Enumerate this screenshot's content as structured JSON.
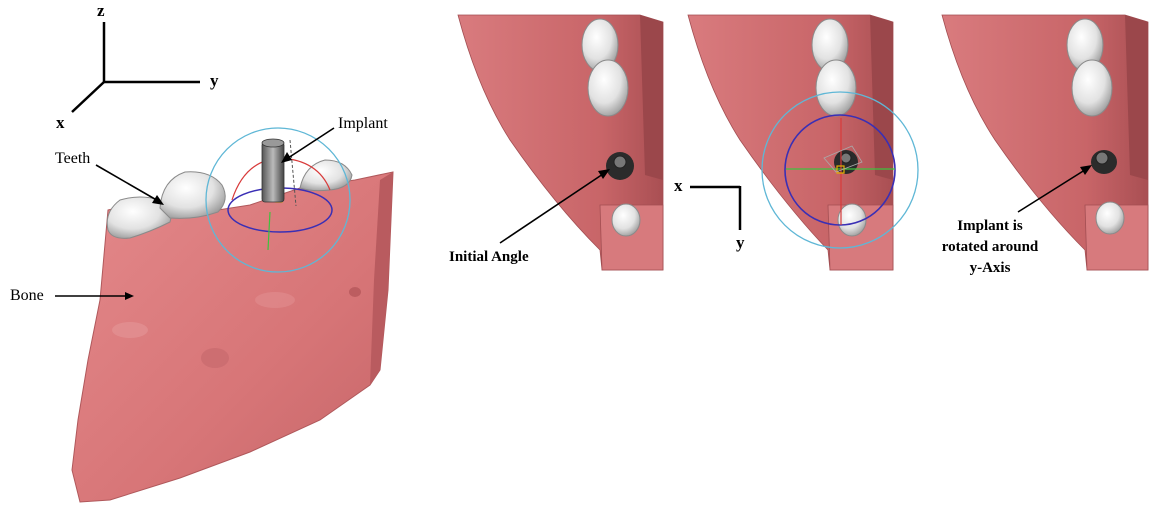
{
  "axes_3d": {
    "z": "z",
    "y": "y",
    "x": "x"
  },
  "axes_2d": {
    "x": "x",
    "y": "y"
  },
  "labels": {
    "implant": "Implant",
    "teeth": "Teeth",
    "bone": "Bone",
    "initial_angle": "Initial Angle",
    "rotated_line1": "Implant is",
    "rotated_line2": "rotated around",
    "rotated_line3": "y-Axis"
  },
  "colors": {
    "bone": "#d8787a",
    "bone_dark": "#b65a5e",
    "teeth": "#e9e9e9",
    "gizmo_outer": "#5fb7d6",
    "gizmo_blue": "#3a2fb5",
    "gizmo_red": "#d83a3a",
    "gizmo_green": "#3ec23e"
  }
}
